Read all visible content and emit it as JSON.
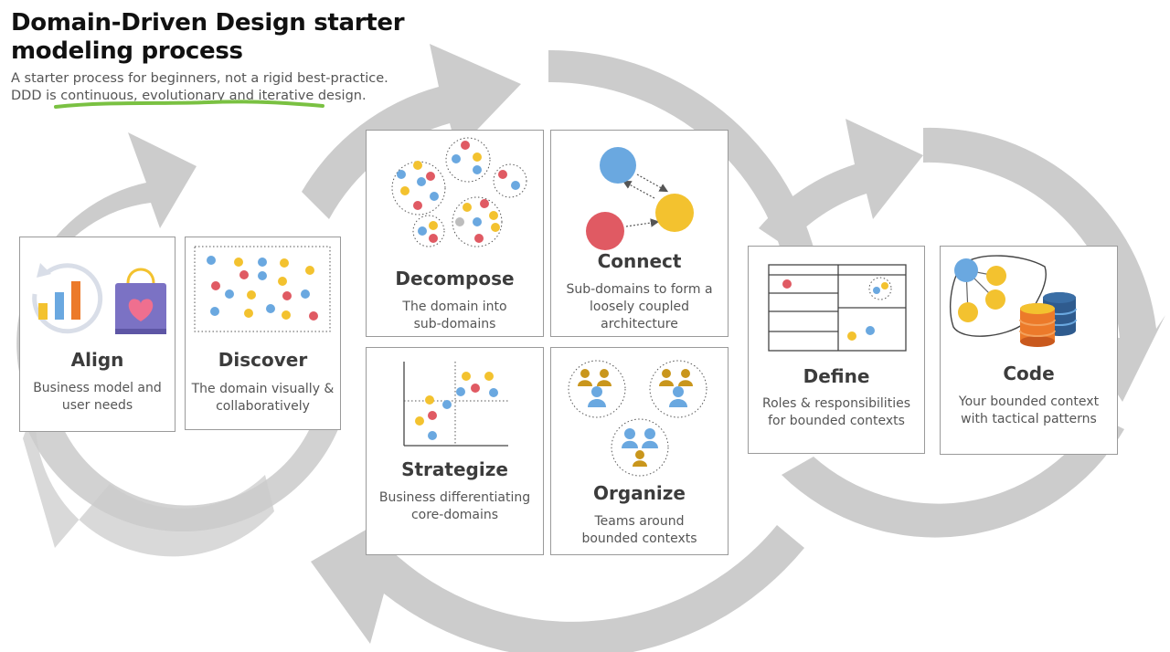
{
  "header": {
    "title_line1": "Domain-Driven Design starter",
    "title_line2": "modeling process",
    "subtitle_line1": "A starter process for beginners, not a rigid best-practice.",
    "subtitle_line2": "DDD is continuous, evolutionary and iterative design."
  },
  "colors": {
    "arrow": "#c3c3c3",
    "underline": "#7ac142",
    "dot_blue": "#6aa8e0",
    "dot_red": "#e05a63",
    "dot_yellow": "#f3c22f",
    "dot_gray": "#bdbdbd",
    "bag_purple": "#7b72c4",
    "db_orange": "#ec7a2a",
    "db_navy": "#2f5b8e"
  },
  "steps": {
    "align": {
      "title": "Align",
      "desc1": "Business model and",
      "desc2": "user needs"
    },
    "discover": {
      "title": "Discover",
      "desc1": "The domain visually &",
      "desc2": "collaboratively"
    },
    "decompose": {
      "title": "Decompose",
      "desc1": "The domain into",
      "desc2": "sub-domains"
    },
    "connect": {
      "title": "Connect",
      "desc1": "Sub-domains to form a",
      "desc2": "loosely coupled",
      "desc3": "architecture"
    },
    "strategize": {
      "title": "Strategize",
      "desc1": "Business differentiating",
      "desc2": "core-domains"
    },
    "organize": {
      "title": "Organize",
      "desc1": "Teams around",
      "desc2": "bounded contexts"
    },
    "define": {
      "title": "Define",
      "desc1": "Roles & responsibilities",
      "desc2": "for bounded contexts"
    },
    "code": {
      "title": "Code",
      "desc1": "Your bounded context",
      "desc2": "with tactical patterns"
    }
  }
}
